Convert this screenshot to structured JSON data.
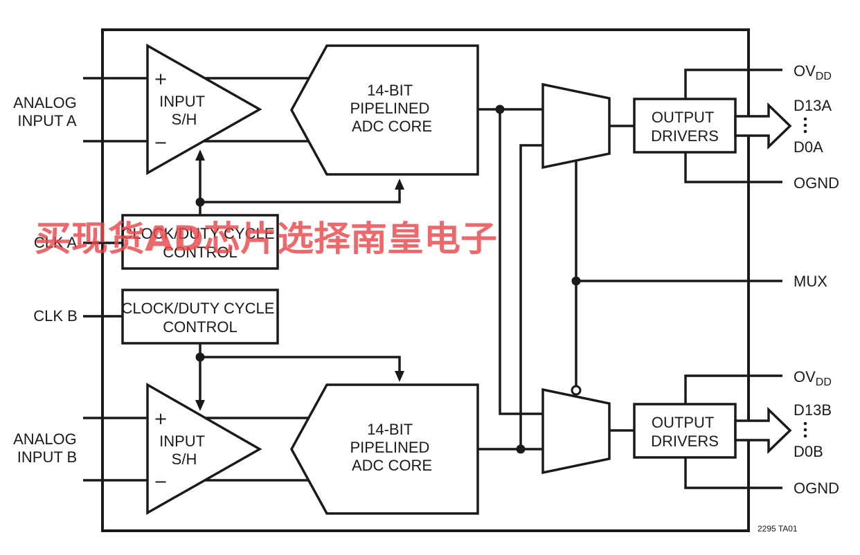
{
  "inputs": {
    "analog_a": [
      "ANALOG",
      "INPUT A"
    ],
    "analog_b": [
      "ANALOG",
      "INPUT B"
    ],
    "clk_a": "CLK A",
    "clk_b": "CLK B"
  },
  "sample_hold": {
    "label": [
      "INPUT",
      "S/H"
    ],
    "plus": "+",
    "minus": "−"
  },
  "adc_core": [
    "14-BIT",
    "PIPELINED",
    "ADC CORE"
  ],
  "clock_control": [
    "CLOCK/DUTY CYCLE",
    "CONTROL"
  ],
  "output_drivers": [
    "OUTPUT",
    "DRIVERS"
  ],
  "outputs": {
    "ovdd_main": "OV",
    "ovdd_sub": "DD",
    "ognd": "OGND",
    "mux": "MUX",
    "d13a": "D13A",
    "d0a": "D0A",
    "d13b": "D13B",
    "d0b": "D0B"
  },
  "figure_id": "2295 TA01",
  "watermark": "买现货AD芯片选择南皇电子"
}
